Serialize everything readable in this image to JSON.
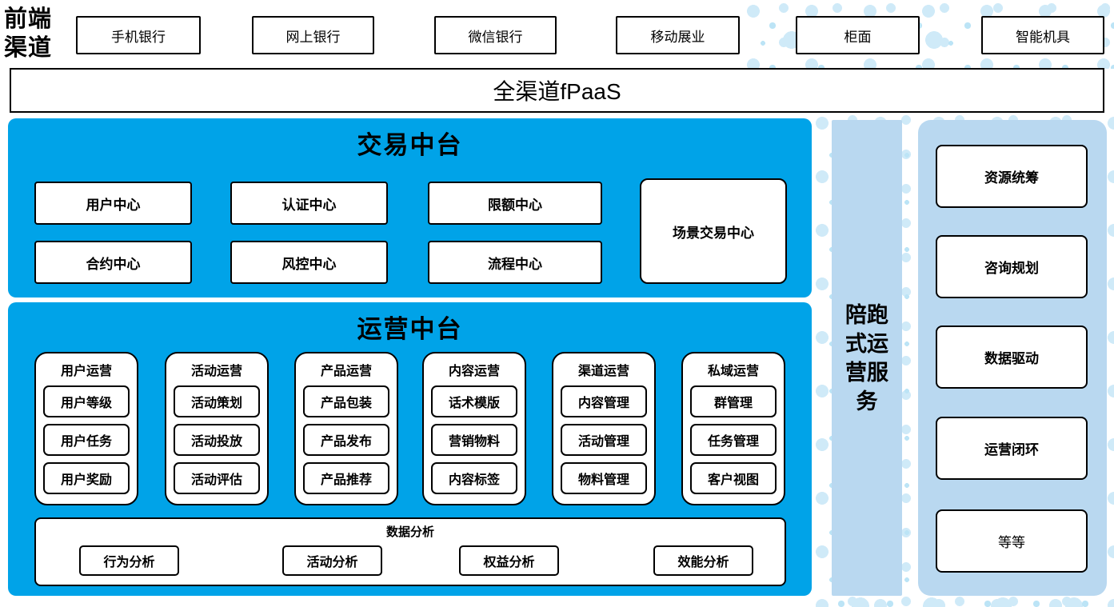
{
  "channels": {
    "label": "前端渠道",
    "items": [
      "手机银行",
      "网上银行",
      "微信银行",
      "移动展业",
      "柜面",
      "智能机具"
    ]
  },
  "fpaas": {
    "label": "全渠道fPaaS"
  },
  "trade_platform": {
    "title": "交易中台",
    "centers": [
      "用户中心",
      "认证中心",
      "限额中心",
      "合约中心",
      "风控中心",
      "流程中心"
    ],
    "scene_center": "场景交易中心"
  },
  "ops_platform": {
    "title": "运营中台",
    "groups": [
      {
        "title": "用户运营",
        "items": [
          "用户等级",
          "用户任务",
          "用户奖励"
        ]
      },
      {
        "title": "活动运营",
        "items": [
          "活动策划",
          "活动投放",
          "活动评估"
        ]
      },
      {
        "title": "产品运营",
        "items": [
          "产品包装",
          "产品发布",
          "产品推荐"
        ]
      },
      {
        "title": "内容运营",
        "items": [
          "话术模版",
          "营销物料",
          "内容标签"
        ]
      },
      {
        "title": "渠道运营",
        "items": [
          "内容管理",
          "活动管理",
          "物料管理"
        ]
      },
      {
        "title": "私域运营",
        "items": [
          "群管理",
          "任务管理",
          "客户视图"
        ]
      }
    ],
    "analysis": {
      "title": "数据分析",
      "items": [
        "行为分析",
        "活动分析",
        "权益分析",
        "效能分析"
      ]
    }
  },
  "side_service": {
    "label": "陪跑式运营服务"
  },
  "right_panel": {
    "items": [
      {
        "label": "资源统筹",
        "bold": true
      },
      {
        "label": "咨询规划",
        "bold": false
      },
      {
        "label": "数据驱动",
        "bold": false
      },
      {
        "label": "运营闭环",
        "bold": true
      },
      {
        "label": "等等",
        "bold": false
      }
    ]
  },
  "colors": {
    "accent_blue": "#00a3e8",
    "panel_blue": "#b9d8f0",
    "dot_blue": "#cfeaf8"
  }
}
